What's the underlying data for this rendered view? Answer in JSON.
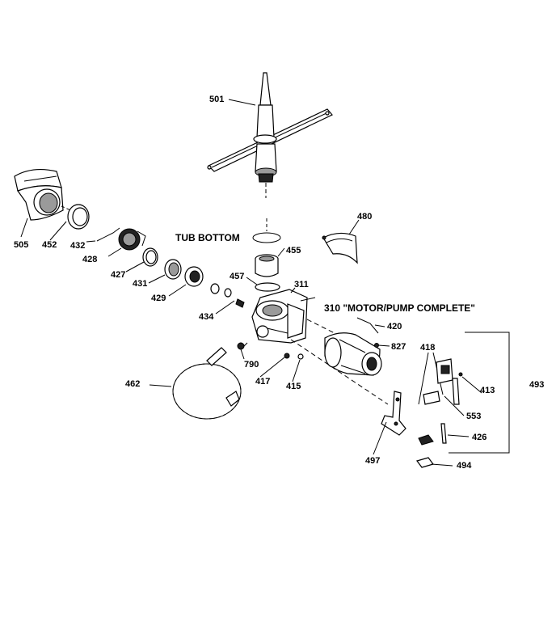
{
  "diagram": {
    "annotations": {
      "tub_bottom": "TUB BOTTOM",
      "motor_pump_complete": "310 \"MOTOR/PUMP COMPLETE\""
    },
    "parts": [
      {
        "id": "p501",
        "label": "501"
      },
      {
        "id": "p505",
        "label": "505"
      },
      {
        "id": "p452",
        "label": "452"
      },
      {
        "id": "p432",
        "label": "432"
      },
      {
        "id": "p428",
        "label": "428"
      },
      {
        "id": "p427",
        "label": "427"
      },
      {
        "id": "p431",
        "label": "431"
      },
      {
        "id": "p429",
        "label": "429"
      },
      {
        "id": "p434",
        "label": "434"
      },
      {
        "id": "p480",
        "label": "480"
      },
      {
        "id": "p455",
        "label": "455"
      },
      {
        "id": "p457",
        "label": "457"
      },
      {
        "id": "p311",
        "label": "311"
      },
      {
        "id": "p420",
        "label": "420"
      },
      {
        "id": "p827",
        "label": "827"
      },
      {
        "id": "p790",
        "label": "790"
      },
      {
        "id": "p417",
        "label": "417"
      },
      {
        "id": "p415",
        "label": "415"
      },
      {
        "id": "p462",
        "label": "462"
      },
      {
        "id": "p418",
        "label": "418"
      },
      {
        "id": "p413",
        "label": "413"
      },
      {
        "id": "p493",
        "label": "493"
      },
      {
        "id": "p553",
        "label": "553"
      },
      {
        "id": "p426",
        "label": "426"
      },
      {
        "id": "p497",
        "label": "497"
      },
      {
        "id": "p494",
        "label": "494"
      }
    ]
  }
}
